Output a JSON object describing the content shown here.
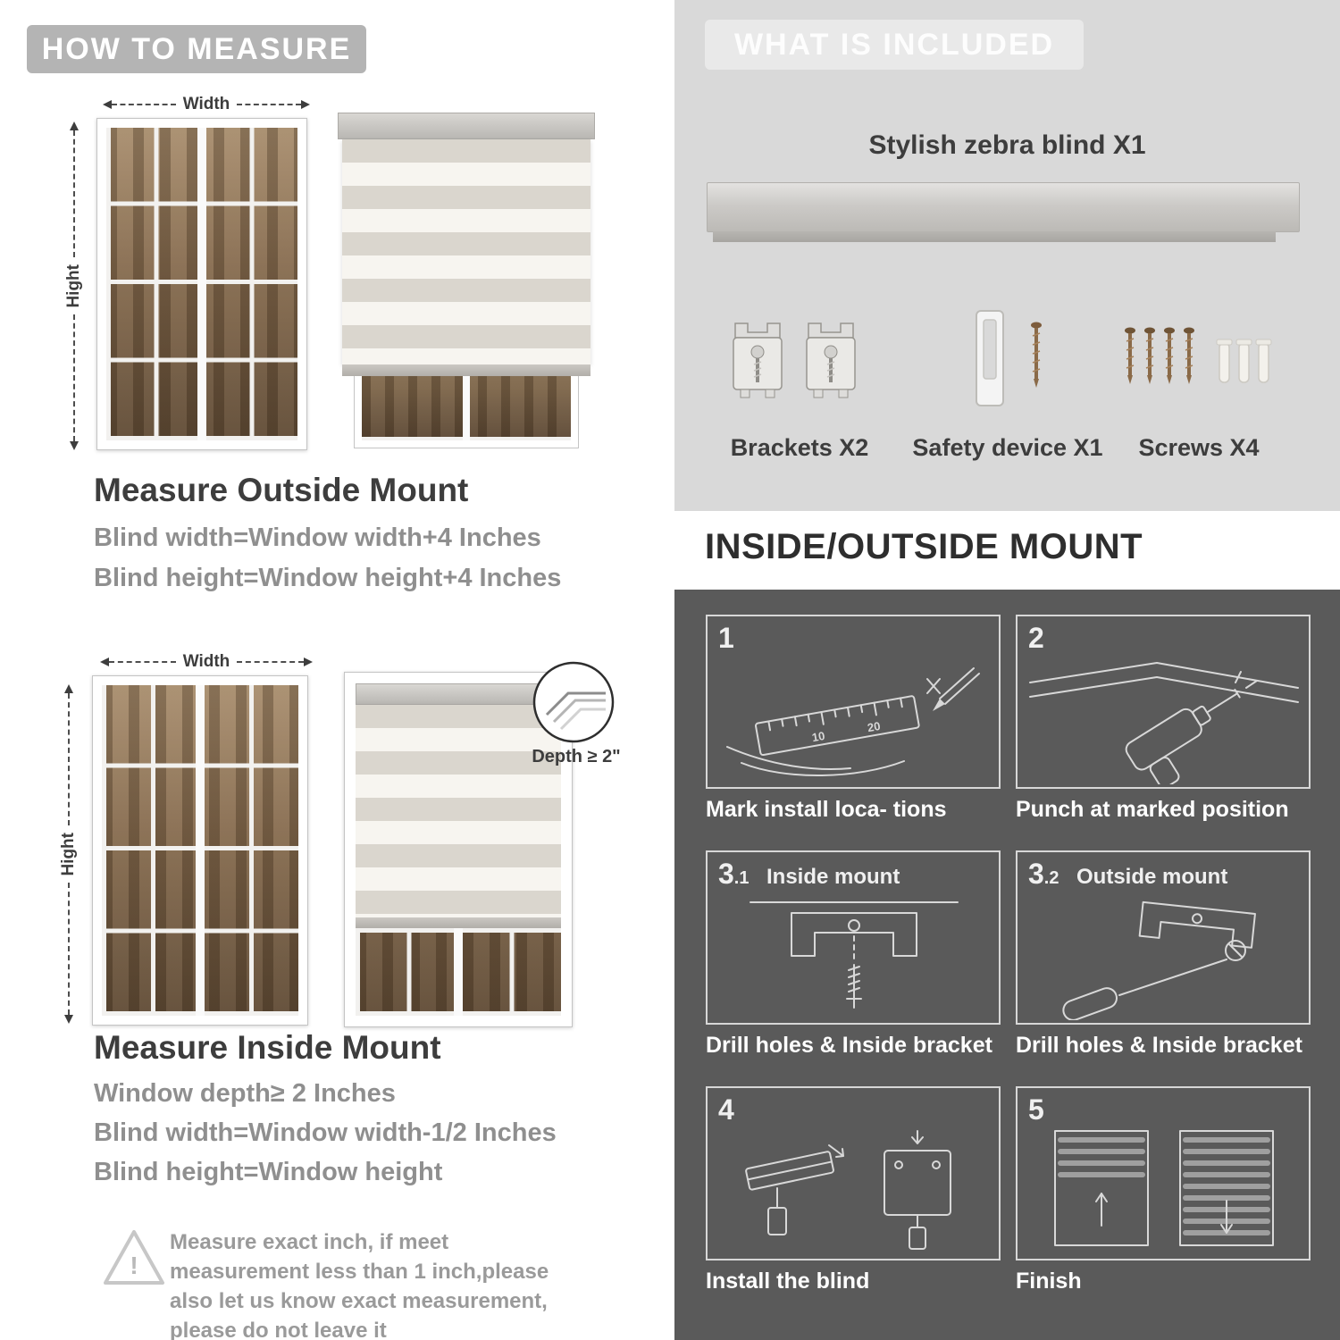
{
  "colors": {
    "badge_gray": "#b4b4b4",
    "panel_light": "#d9d9d9",
    "panel_dark": "#5a5a5a",
    "title_dark": "#3d3d3d",
    "subtext_gray": "#8f8f8f"
  },
  "left": {
    "header": "HOW TO MEASURE",
    "outside": {
      "width_label": "Width",
      "height_label": "Hight",
      "title": "Measure Outside Mount",
      "lines": [
        "Blind width=Window width+4 Inches",
        "Blind height=Window height+4 Inches"
      ]
    },
    "inside": {
      "width_label": "Width",
      "height_label": "Hight",
      "depth_callout": "Depth ≥ 2\"",
      "title": "Measure Inside Mount",
      "lines": [
        "Window depth≥ 2 Inches",
        "Blind width=Window width-1/2 Inches",
        "Blind height=Window height"
      ]
    },
    "warning": {
      "icon": "!",
      "text": "Measure exact inch, if meet measurement less than 1 inch,please also let us know exact measurement, please do not leave it"
    }
  },
  "right": {
    "included": {
      "header": "WHAT IS INCLUDED",
      "blind_label": "Stylish zebra blind X1",
      "items": [
        {
          "label": "Brackets X2",
          "icon": "brackets-icon"
        },
        {
          "label": "Safety device X1",
          "icon": "safety-device-icon"
        },
        {
          "label": "Screws X4",
          "icon": "screws-icon"
        }
      ]
    },
    "mount": {
      "header": "INSIDE/OUTSIDE MOUNT",
      "steps": [
        {
          "num": "1",
          "sub": "",
          "tag": "",
          "caption": "Mark install loca- tions",
          "ruler_marks": [
            "10",
            "20"
          ]
        },
        {
          "num": "2",
          "sub": "",
          "tag": "",
          "caption": "Punch at  marked position"
        },
        {
          "num": "3",
          "sub": ".1",
          "tag": "Inside mount",
          "caption": "Drill holes &  Inside bracket"
        },
        {
          "num": "3",
          "sub": ".2",
          "tag": "Outside mount",
          "caption": "Drill holes &  Inside bracket"
        },
        {
          "num": "4",
          "sub": "",
          "tag": "",
          "caption": "Install the blind"
        },
        {
          "num": "5",
          "sub": "",
          "tag": "",
          "caption": "Finish"
        }
      ]
    }
  }
}
